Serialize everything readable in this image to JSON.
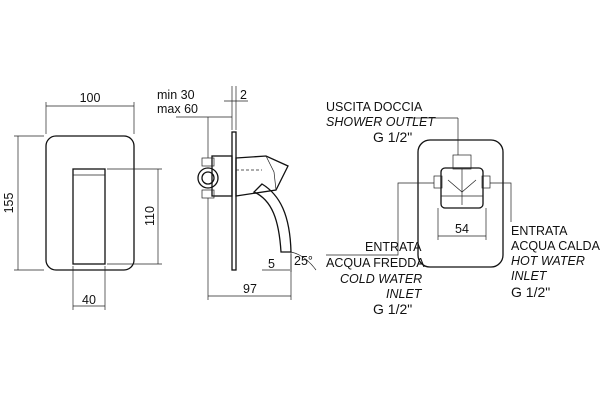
{
  "front_view": {
    "width": "100",
    "height": "155",
    "lever_height": "110",
    "lever_width": "40"
  },
  "side_view": {
    "depth_min": "min 30",
    "depth_max": "max 60",
    "plate": "2",
    "projection": "97",
    "gap": "5",
    "angle": "25°"
  },
  "back_view": {
    "shower_outlet_it": "USCITA DOCCIA",
    "shower_outlet_en": "SHOWER OUTLET",
    "shower_outlet_thread": "G 1/2\"",
    "spacing": "54",
    "cold_it_1": "ENTRATA",
    "cold_it_2": "ACQUA FREDDA",
    "cold_en_1": "COLD WATER",
    "cold_en_2": "INLET",
    "cold_thread": "G 1/2\"",
    "hot_it_1": "ENTRATA",
    "hot_it_2": "ACQUA CALDA",
    "hot_en_1": "HOT WATER",
    "hot_en_2": "INLET",
    "hot_thread": "G 1/2\""
  },
  "colors": {
    "line": "#1a1a1a",
    "background": "#ffffff"
  }
}
